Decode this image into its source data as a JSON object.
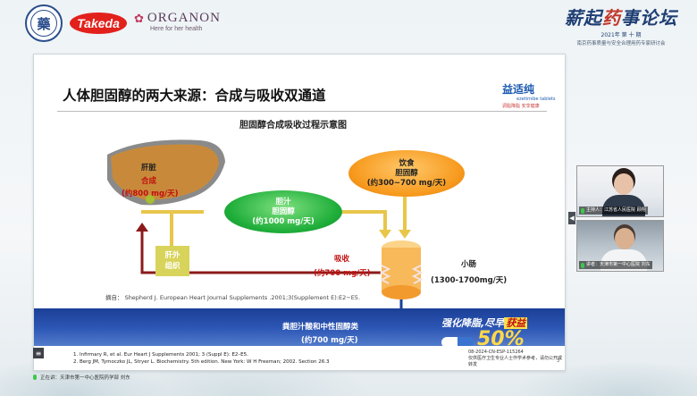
{
  "header": {
    "univ_logo_char": "藥",
    "takeda": "Takeda",
    "organon": {
      "name": "ORGANON",
      "tagline": "Here for her health"
    },
    "brand": {
      "title_a": "薪",
      "title_b": "起",
      "title_c": "药",
      "title_d": "事论坛",
      "line1": "2021年 第 十 期",
      "line2": "南京药事质量与安全合理用药专家研讨会"
    }
  },
  "slide": {
    "title": "人体胆固醇的两大来源：合成与吸收双通道",
    "logo_cn": "益适纯",
    "logo_en": "ezetimibe tablets",
    "logo_slogan": "调脂降脂 安享健康",
    "diagram_title": "胆固醇合成吸收过程示意图",
    "liver_label": "肝脏",
    "liver_synth": "合成",
    "liver_amount": "(约800 mg/天)",
    "bile_line1": "胆汁",
    "bile_line2": "胆固醇",
    "bile_amount": "(约1000 mg/天)",
    "diet_line1": "饮食",
    "diet_line2": "胆固醇",
    "diet_amount": "(约300~700 mg/天)",
    "extra_line1": "肝外",
    "extra_line2": "组织",
    "absorb_label": "吸收",
    "absorb_amount": "(约700 mg/天)",
    "intestine_label": "小肠",
    "intestine_amount": "(1300-1700mg/天)",
    "citation": "摘自： Shepherd J. European Heart Journal Supplements .2001;3(Supplement E):E2−E5.",
    "fecal_label": "粪胆汁酸和中性固醇类",
    "fecal_amount": "(约700 mg/天)",
    "ref1": "1. Infirmary R, et al. Eur Heart J Supplements 2001; 3 (Suppl E): E2–E5.",
    "ref2": "2. Berg JM, Tymoczko JL, Stryer L. Biochemistry. 5th edition. New York: W H Freeman; 2002. Section 26.3",
    "promo_head_a": "强化降脂,",
    "promo_head_b": "尽早",
    "promo_head_c": "获益",
    "promo_pct": "50%",
    "doc_id": "08-2024-CN-ESP-115264",
    "doc_note": "仅供医疗卫生专业人士作学术参考，请勿公开或转发",
    "page_num": "3"
  },
  "videos": [
    {
      "label": "主持人：江苏省人民医院 顾翔"
    },
    {
      "label": "讲者：天津市第一中心医院 刘东"
    }
  ],
  "toolbar": {
    "speaker_text": "正在讲：天津市第一中心医院药学部 刘东"
  },
  "controls": {
    "collapse": "◀",
    "menu": "≡"
  }
}
